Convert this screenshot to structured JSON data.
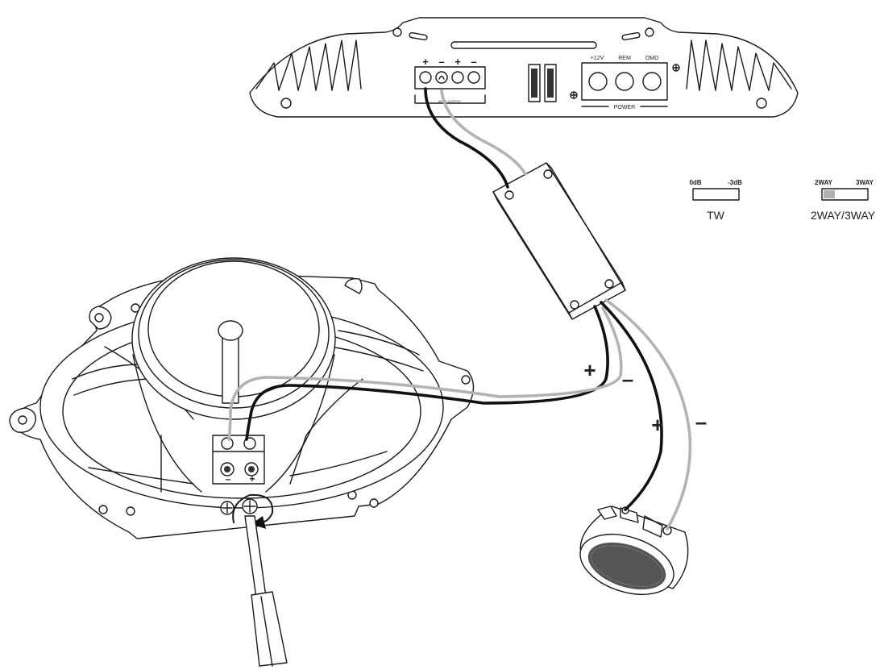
{
  "amplifier": {
    "terminal_signs": [
      "+",
      "–",
      "+",
      "–"
    ],
    "output_label": "AKER OUTPUT",
    "power_terminals": [
      "+12V",
      "REM",
      "OMD"
    ],
    "power_label": "POWER"
  },
  "switches": {
    "tw": {
      "left": "0dB",
      "right": "-3dB",
      "caption": "TW"
    },
    "way": {
      "left": "2WAY",
      "right": "3WAY",
      "caption": "2WAY/3WAY"
    }
  },
  "woofer_wires": {
    "plus": "+",
    "minus": "–"
  },
  "tweeter_wires": {
    "plus": "+",
    "minus": "–"
  },
  "woofer_terminals": {
    "minus": "–",
    "plus": "+"
  },
  "colors": {
    "black_wire": "#111111",
    "gray_wire": "#b3b3b3",
    "line": "#1a1a1a",
    "switch_knob": "#b0b0b0"
  }
}
